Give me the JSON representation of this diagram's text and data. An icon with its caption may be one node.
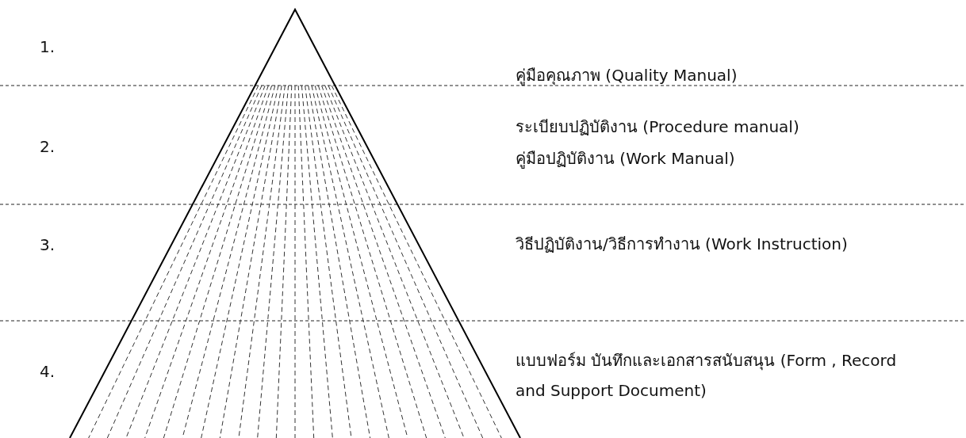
{
  "diagram": {
    "labels": [
      "1.",
      "คู่มือคุณภาพ (Quality Manual)",
      "ระเบียบปฏิบัติงาน (Procedure manual)",
      "2.",
      "คู่มือปฏิบัติงาน (Work Manual)",
      "3.",
      "วิธีปฏิบัติงาน/วิธีการทำงาน (Work Instruction)",
      "แบบฟอร์ม บันทึกและเอกสารสนับสนุน (Form , Record and Support Document)",
      "4."
    ]
  }
}
